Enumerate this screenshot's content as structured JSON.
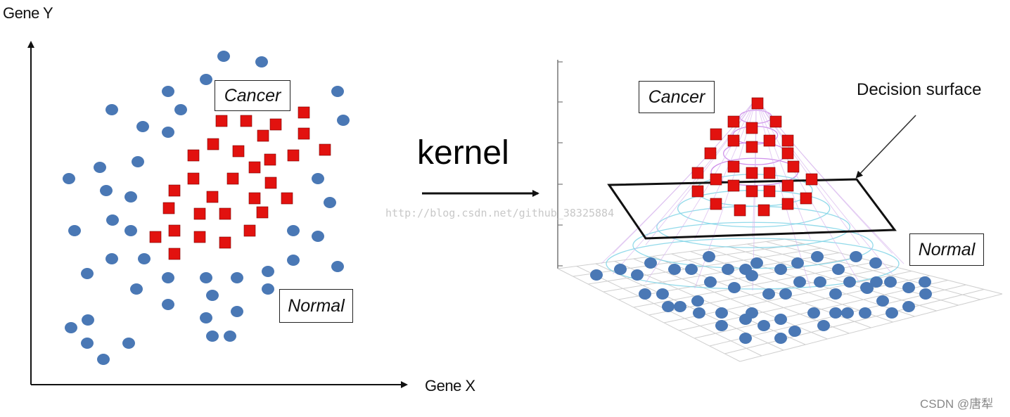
{
  "left_panel": {
    "y_axis_label": "Gene Y",
    "x_axis_label": "Gene X",
    "cancer_label": "Cancer",
    "normal_label": "Normal"
  },
  "arrow_label": "kernel",
  "right_panel": {
    "cancer_label": "Cancer",
    "normal_label": "Normal",
    "decision_label": "Decision surface"
  },
  "watermark": "http://blog.csdn.net/github_38325884",
  "credit": "CSDN @唐犁",
  "colors": {
    "normal_point": "#4a78b5",
    "cancer_point": "#e2120f",
    "axis": "#111111",
    "mesh_top": "#c77de8",
    "mesh_bottom": "#7fd3e6",
    "grid": "#cfcfcf"
  },
  "icons": {
    "normal_marker": "blue-circle-icon",
    "cancer_marker": "red-square-icon"
  }
}
